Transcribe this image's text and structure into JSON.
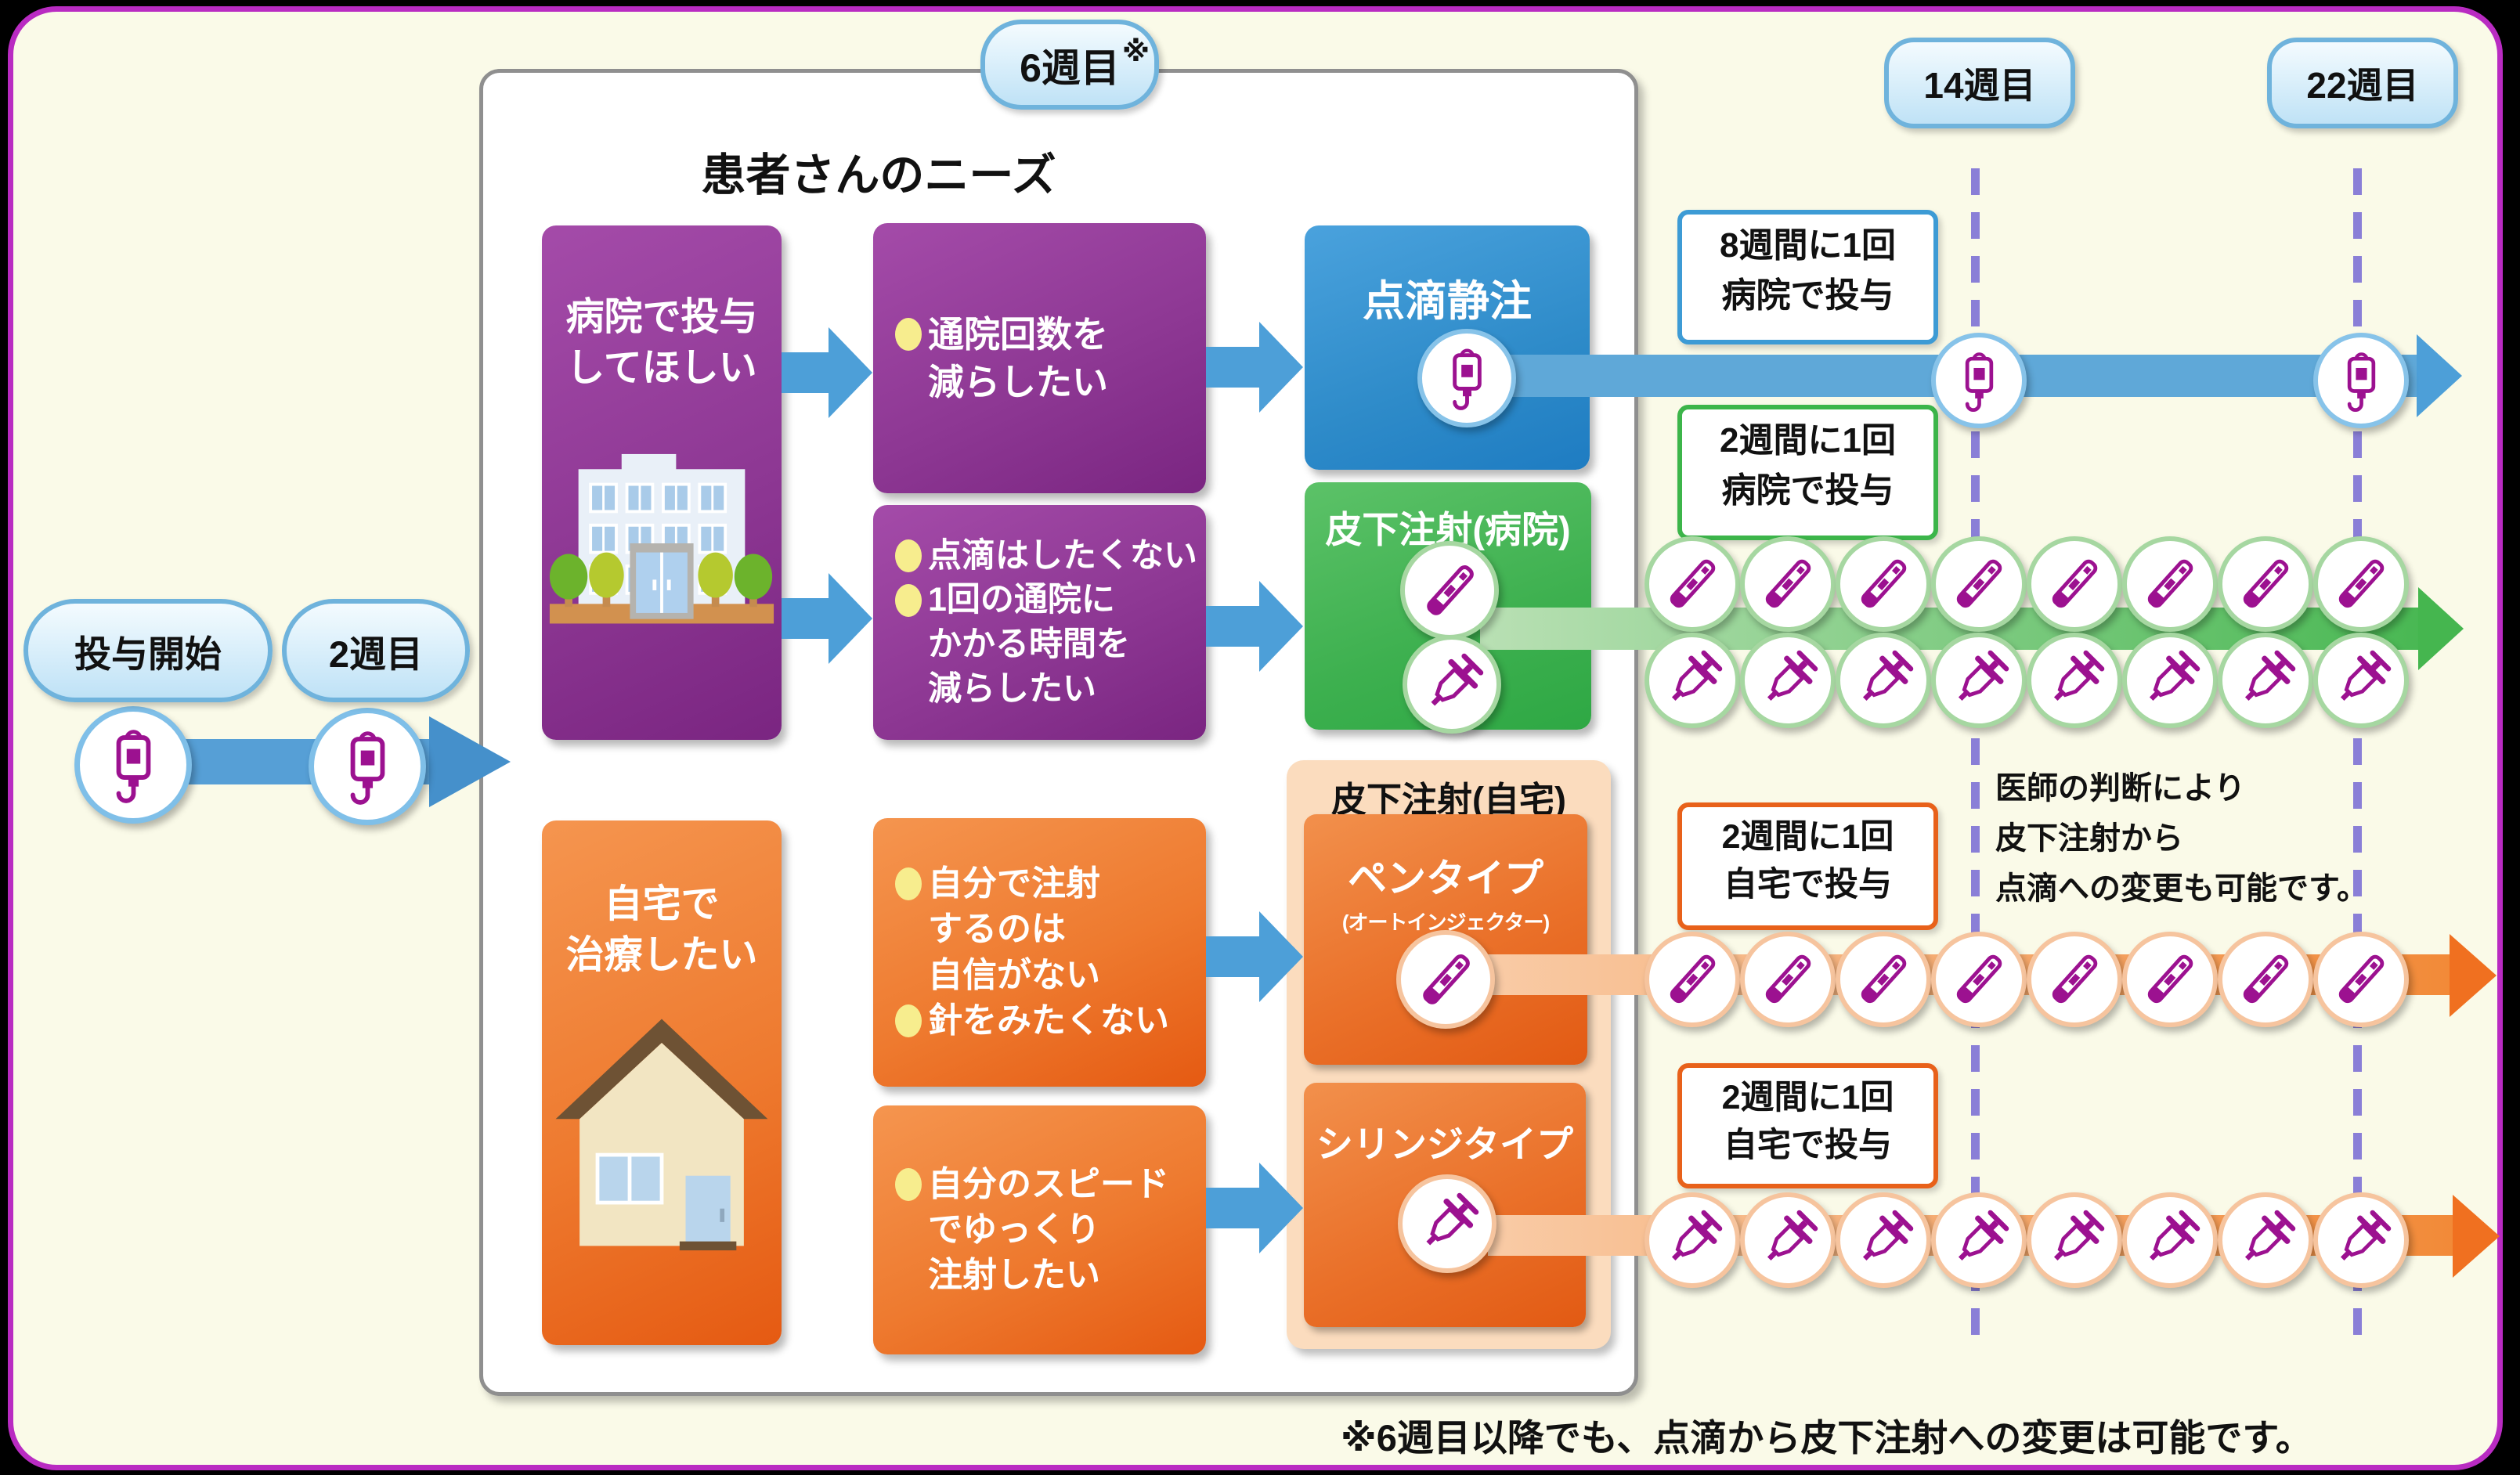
{
  "stages": {
    "start": "投与開始",
    "week2": "2週目",
    "week6": "6週目",
    "week6_mark": "※",
    "week14": "14週目",
    "week22": "22週目"
  },
  "panel": {
    "title": "患者さんのニーズ"
  },
  "needs": {
    "hospital": {
      "lines": [
        {
          "t": "病院で投与"
        },
        {
          "t": "してほしい"
        }
      ]
    },
    "visits": {
      "lines": [
        {
          "b": true,
          "t": "通院回数を"
        },
        {
          "t": "減らしたい"
        }
      ]
    },
    "nodrip": {
      "lines": [
        {
          "b": true,
          "t": "点滴はしたくない"
        },
        {
          "b": true,
          "t": "1回の通院に"
        },
        {
          "t": "かかる時間を"
        },
        {
          "t": "減らしたい"
        }
      ]
    },
    "home": {
      "lines": [
        {
          "t": "自宅で"
        },
        {
          "t": "治療したい"
        }
      ]
    },
    "confidence": {
      "lines": [
        {
          "b": true,
          "t": "自分で注射"
        },
        {
          "t": "するのは"
        },
        {
          "t": "自信がない"
        },
        {
          "b": true,
          "t": "針をみたくない"
        }
      ]
    },
    "speed": {
      "lines": [
        {
          "b": true,
          "t": "自分のスピード"
        },
        {
          "t": "でゆっくり"
        },
        {
          "t": "注射したい"
        }
      ]
    }
  },
  "options": {
    "iv_title": "点滴静注",
    "sc_hospital_title": "皮下注射(病院)",
    "sc_home_title": "皮下注射(自宅)",
    "pen_title": "ペンタイプ",
    "pen_subtitle": "(オートインジェクター)",
    "syringe_title": "シリンジタイプ"
  },
  "frequency": {
    "f1": {
      "l1": "8週間に1回",
      "l2": "病院で投与"
    },
    "f2": {
      "l1": "2週間に1回",
      "l2": "病院で投与"
    },
    "f3": {
      "l1": "2週間に1回",
      "l2": "自宅で投与"
    },
    "f4": {
      "l1": "2週間に1回",
      "l2": "自宅で投与"
    }
  },
  "doctor_note": {
    "l1": "医師の判断により",
    "l2": "皮下注射から",
    "l3": "点滴への変更も可能です。"
  },
  "footnote": "※6週目以降でも、点滴から皮下注射への変更は可能です。",
  "schedule": {
    "rows": [
      {
        "name": "iv-hospital",
        "icon": "iv",
        "doses": 2,
        "border": "#87C3E9"
      },
      {
        "name": "pen-hospital",
        "icon": "pen",
        "doses": 8,
        "border": "#A6D7A1"
      },
      {
        "name": "syringe-hospital",
        "icon": "syringe",
        "doses": 8,
        "border": "#A6D7A1"
      },
      {
        "name": "pen-home",
        "icon": "pen",
        "doses": 8,
        "border": "#F6C49E"
      },
      {
        "name": "syringe-home",
        "icon": "syringe",
        "doses": 8,
        "border": "#F6C49E"
      }
    ],
    "fixed": [
      {
        "name": "start-dose-1",
        "icon": "iv"
      },
      {
        "name": "start-dose-2",
        "icon": "iv"
      },
      {
        "name": "iv-option",
        "icon": "iv"
      },
      {
        "name": "pen-hospital-option",
        "icon": "pen"
      },
      {
        "name": "syringe-hospital-option",
        "icon": "syringe"
      },
      {
        "name": "pen-home-option",
        "icon": "pen"
      },
      {
        "name": "syringe-home-option",
        "icon": "syringe"
      }
    ]
  },
  "colors": {
    "background": "#FAFAE8",
    "frame": "#B92BC2",
    "purple_box": "#8E3894",
    "orange_box": "#EE6A1F",
    "blue_box": "#2E8BC9",
    "green_box": "#3CB54A",
    "peach_panel": "#FBDCBE",
    "icon_magenta": "#9C1190",
    "arrow_blue": "#569FD6",
    "timeline_dash": "#8A7FD7",
    "label_blue_border": "#3D9BD5",
    "label_green_border": "#3CB54A",
    "label_orange_border": "#E8611A",
    "bullet_yellow": "#F7ED8E"
  }
}
